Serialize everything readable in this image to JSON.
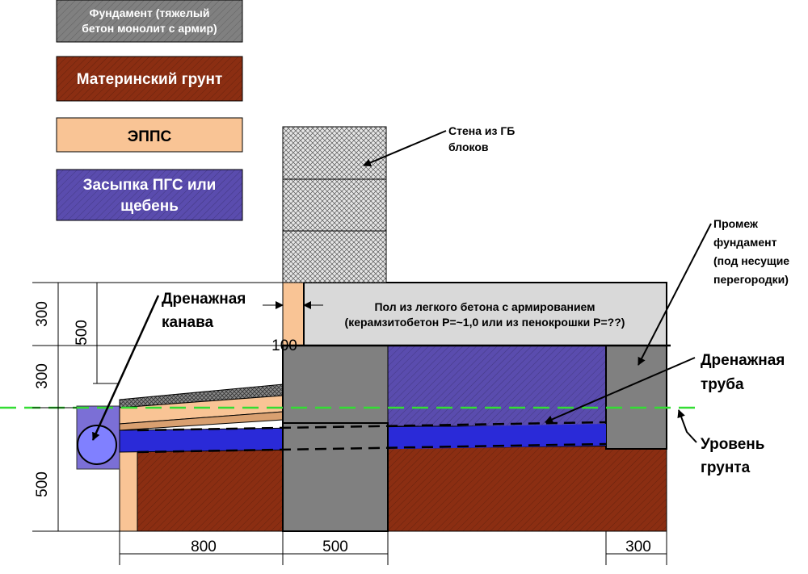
{
  "legend": [
    {
      "id": "foundation",
      "lines": [
        "Фундамент (тяжелый",
        "бетон монолит с армир)"
      ],
      "color": "#808080"
    },
    {
      "id": "soil",
      "lines": [
        "Материнский грунт"
      ],
      "color": "#8b2e12"
    },
    {
      "id": "epps",
      "lines": [
        "ЭППС"
      ],
      "color": "#f9c495"
    },
    {
      "id": "backfill",
      "lines": [
        "Засыпка ПГС или",
        "щебень"
      ],
      "color": "#5a4cae"
    }
  ],
  "labels": {
    "wall_line1": "Стена из ГБ",
    "wall_line2": "блоков",
    "intermediate_line1": "Промеж",
    "intermediate_line2": "фундамент",
    "intermediate_line3": "(под несущие",
    "intermediate_line4": "перегородки)",
    "floor_line1": "Пол из легкого бетона с армированием",
    "floor_line2": "(керамзитобетон Р=~1,0 или из пенокрошки Р=??)",
    "drain_ditch_line1": "Дренажная",
    "drain_ditch_line2": "канава",
    "drain_pipe_line1": "Дренажная",
    "drain_pipe_line2": "труба",
    "ground_level_line1": "Уровень",
    "ground_level_line2": "грунта"
  },
  "dimensions": {
    "v_300_top": "300",
    "v_500": "500",
    "v_300_mid": "300",
    "v_500_bottom": "500",
    "h_100": "100",
    "h_800": "800",
    "h_500": "500",
    "h_300": "300"
  },
  "colors": {
    "concrete": "#808080",
    "soil": "#8b2e12",
    "epps": "#f9c495",
    "backfill": "#5a4cae",
    "drain_layer": "#2a2ad8",
    "ground_line": "#33dd33",
    "floor": "#d9d9d9",
    "wall": "#d8d8d8"
  }
}
